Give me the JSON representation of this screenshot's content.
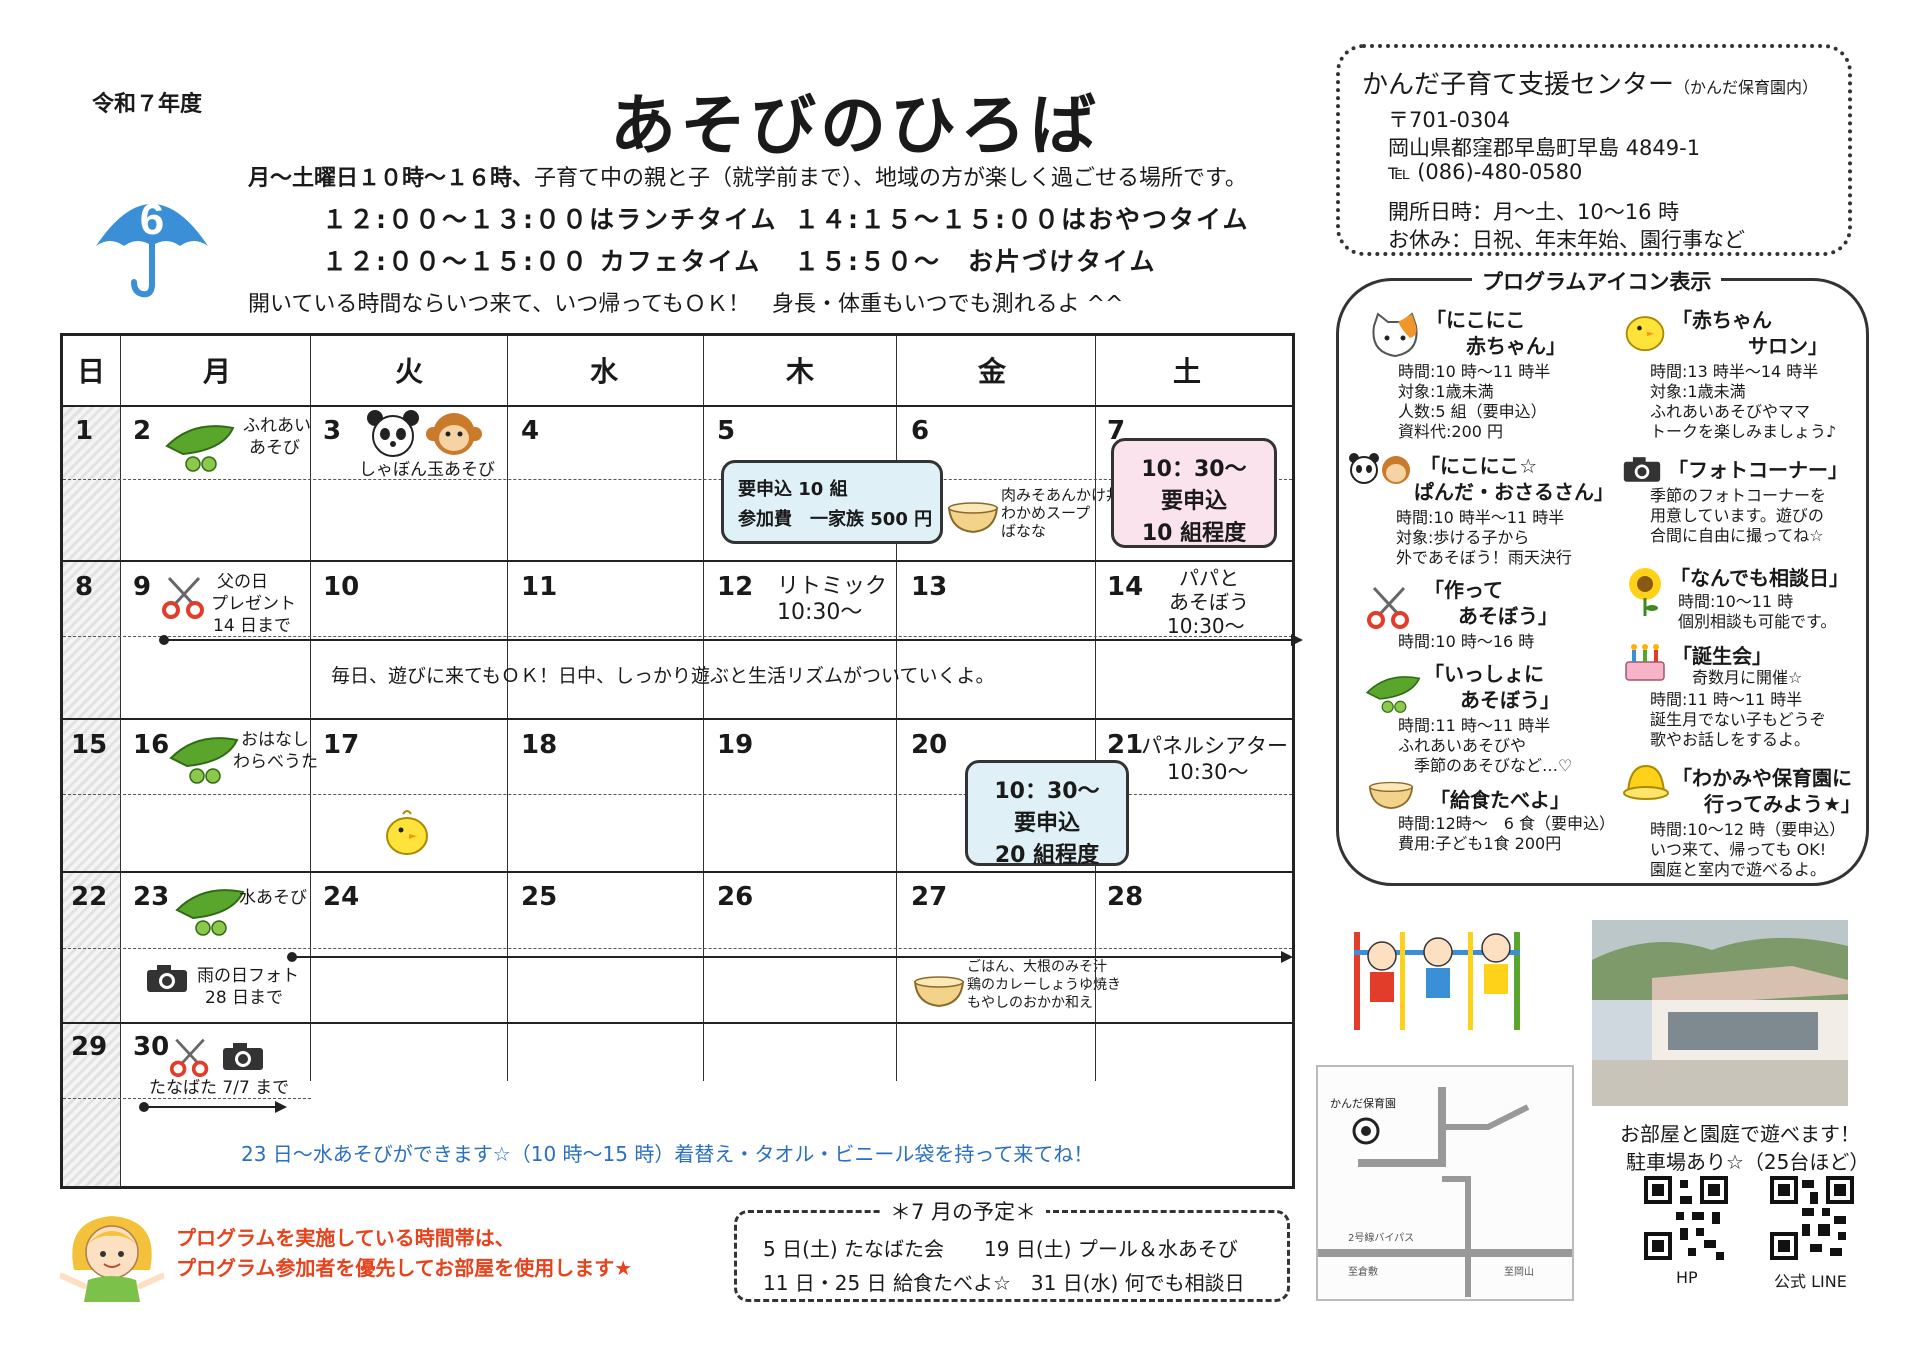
{
  "header": {
    "fiscal_year": "令和７年度",
    "title": "あそびのひろば",
    "month": "6",
    "intro_bold": "月～土曜日１０時～１６時、",
    "intro_rest": "子育て中の親と子（就学前まで）、地域の方が楽しく過ごせる場所です。",
    "time1": "１２:００～１３:００はランチタイム",
    "time2": "１４:１５～１５:００はおやつタイム",
    "time3": "１２:００～１５:００ カフェタイム",
    "time4": "１５:５０～　お片づけタイム",
    "open_note": "開いている時間ならいつ来て、いつ帰ってもＯＫ！　身長・体重もいつでも測れるよ ^^"
  },
  "center": {
    "name": "かんだ子育て支援センター",
    "sub": "（かんだ保育園内）",
    "postal": "〒701-0304",
    "address": "岡山県都窪郡早島町早島 4849-1",
    "tel": "℡ (086)-480-0580",
    "hours": "開所日時：月～土、10～16 時",
    "closed": "お休み：日祝、年末年始、園行事など"
  },
  "calendar": {
    "weekdays": [
      "日",
      "月",
      "火",
      "水",
      "木",
      "金",
      "土"
    ],
    "week1": {
      "d1": "1",
      "d2": "2",
      "d3": "3",
      "d4": "4",
      "d5": "5",
      "d6": "6",
      "d7": "7",
      "n2a": "ふれあい",
      "n2b": "あそび",
      "n3": "しゃぼん玉あそび",
      "n5a": "要申込 10 組",
      "n5b": "参加費　一家族 500 円",
      "n6a": "肉みそあんかけ丼",
      "n6b": "わかめスープ",
      "n6c": "ばなな",
      "n7a": "10：30～",
      "n7b": "要申込",
      "n7c": "10 組程度"
    },
    "week2": {
      "d8": "8",
      "d9": "9",
      "d10": "10",
      "d11": "11",
      "d12": "12",
      "d13": "13",
      "d14": "14",
      "n9a": "父の日",
      "n9b": "プレゼント",
      "n9c": "14 日まで",
      "n12a": "リトミック",
      "n12b": "10:30～",
      "n14a": "パパと",
      "n14b": "あそぼう",
      "n14c": "10:30～",
      "banner": "毎日、遊びに来てもＯＫ！日中、しっかり遊ぶと生活リズムがついていくよ。"
    },
    "week3": {
      "d15": "15",
      "d16": "16",
      "d17": "17",
      "d18": "18",
      "d19": "19",
      "d20": "20",
      "d21": "21",
      "n16a": "おはなし",
      "n16b": "わらべうた",
      "n20a": "10：30～",
      "n20b": "要申込",
      "n20c": "20 組程度",
      "n21a": "パネルシアター",
      "n21b": "10:30～"
    },
    "week4": {
      "d22": "22",
      "d23": "23",
      "d24": "24",
      "d25": "25",
      "d26": "26",
      "d27": "27",
      "d28": "28",
      "n23a": "水あそび",
      "n23b": "雨の日フォト",
      "n23c": "28 日まで",
      "n27a": "ごはん、大根のみそ汁",
      "n27b": "鶏のカレーしょうゆ焼き",
      "n27c": "もやしのおかか和え"
    },
    "week5": {
      "d29": "29",
      "d30": "30",
      "n30": "たなばた 7/7 まで",
      "banner": "23 日～水あそびができます☆（10 時～15 時）着替え・タオル・ビニール袋を持って来てね！"
    }
  },
  "programs": {
    "title": "プログラムアイコン表示",
    "p1_head1": "「にこにこ",
    "p1_head2": "赤ちゃん」",
    "p1_l1": "時間:10 時～11 時半",
    "p1_l2": "対象:1歳未満",
    "p1_l3": "人数:5 組（要申込）",
    "p1_l4": "資料代:200 円",
    "p2_head1": "「赤ちゃん",
    "p2_head2": "サロン」",
    "p2_l1": "時間:13 時半～14 時半",
    "p2_l2": "対象:1歳未満",
    "p2_l3": "ふれあいあそびやママ",
    "p2_l4": "トークを楽しみましょう♪",
    "p3_head1": "「にこにこ☆",
    "p3_head2": "ぱんだ・おさるさん」",
    "p3_l1": "時間:10 時半～11 時半",
    "p3_l2": "対象:歩ける子から",
    "p3_l3": "外であそぼう！雨天決行",
    "p4_head": "「フォトコーナー」",
    "p4_l1": "季節のフォトコーナーを",
    "p4_l2": "用意しています。遊びの",
    "p4_l3": "合間に自由に撮ってね☆",
    "p5_head1": "「作って",
    "p5_head2": "あそぼう」",
    "p5_l1": "時間:10 時～16 時",
    "p6_head": "「なんでも相談日」",
    "p6_l1": "時間:10～11 時",
    "p6_l2": "個別相談も可能です。",
    "p7_head1": "「いっしょに",
    "p7_head2": "あそぼう」",
    "p7_l1": "時間:11 時～11 時半",
    "p7_l2": "ふれあいあそびや",
    "p7_l3": "季節のあそびなど…♡",
    "p8_head": "「誕生会」",
    "p8_l1": "奇数月に開催☆",
    "p8_l2": "時間:11 時～11 時半",
    "p8_l3": "誕生月でない子もどうぞ",
    "p8_l4": "歌やお話しをするよ。",
    "p9_head": "「給食たべよ」",
    "p9_l1": "時間:12時～　6 食（要申込）",
    "p9_l2": "費用:子ども1食 200円",
    "p10_head1": "「わかみや保育園に",
    "p10_head2": "行ってみよう★」",
    "p10_l1": "時間:10～12 時（要申込）",
    "p10_l2": "いつ来て、帰っても OK!",
    "p10_l3": "園庭と室内で遊べるよ。"
  },
  "notice": {
    "line1": "プログラムを実施している時間帯は、",
    "line2": "プログラム参加者を優先してお部屋を使用します★"
  },
  "july": {
    "title": "＊7 月の予定＊",
    "line1": "5 日(土) たなばた会　　19 日(土) プール＆水あそび",
    "line2": "11 日・25 日 給食たべよ☆　31 日(水) 何でも相談日"
  },
  "side": {
    "map_label": "かんだ保育園",
    "map_road": "2号線バイパス",
    "map_left": "至倉敷",
    "map_right": "至岡山",
    "caption1": "お部屋と園庭で遊べます！",
    "caption2": "駐車場あり☆（25台ほど）",
    "qr1_label": "HP",
    "qr2_label": "公式 LINE"
  },
  "colors": {
    "umbrella_blue": "#3a8fd6",
    "bubble_blue": "#dff0f6",
    "bubble_pink": "#fbe3ee",
    "banner_blue": "#2a6fc0",
    "notice_orange": "#e6421c",
    "pea_green": "#5aa62c"
  }
}
